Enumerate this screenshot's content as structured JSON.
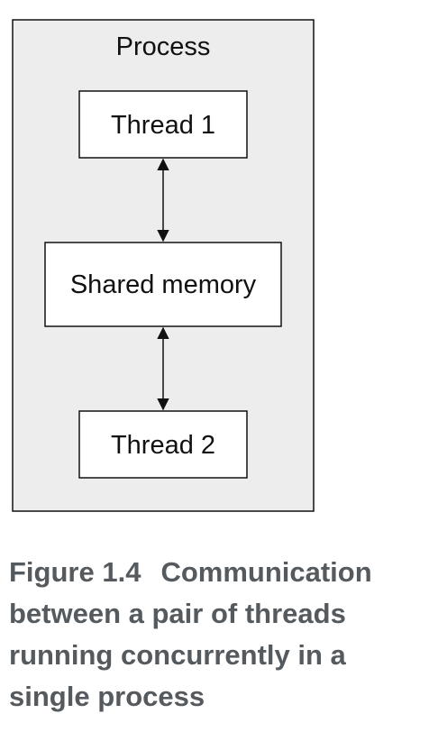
{
  "diagram": {
    "process_label": "Process",
    "nodes": [
      {
        "id": "thread1",
        "label": "Thread 1"
      },
      {
        "id": "shared",
        "label": "Shared memory"
      },
      {
        "id": "thread2",
        "label": "Thread 2"
      }
    ],
    "edges": [
      {
        "from": "thread1",
        "to": "shared",
        "bidirectional": true
      },
      {
        "from": "shared",
        "to": "thread2",
        "bidirectional": true
      }
    ],
    "colors": {
      "process_fill": "#ededee",
      "box_fill": "#ffffff",
      "stroke": "#111111",
      "caption_text": "#555a5f"
    }
  },
  "caption": {
    "figure_number": "Figure 1.4",
    "text": "Communication between a pair of threads running concurrently in a single process"
  }
}
